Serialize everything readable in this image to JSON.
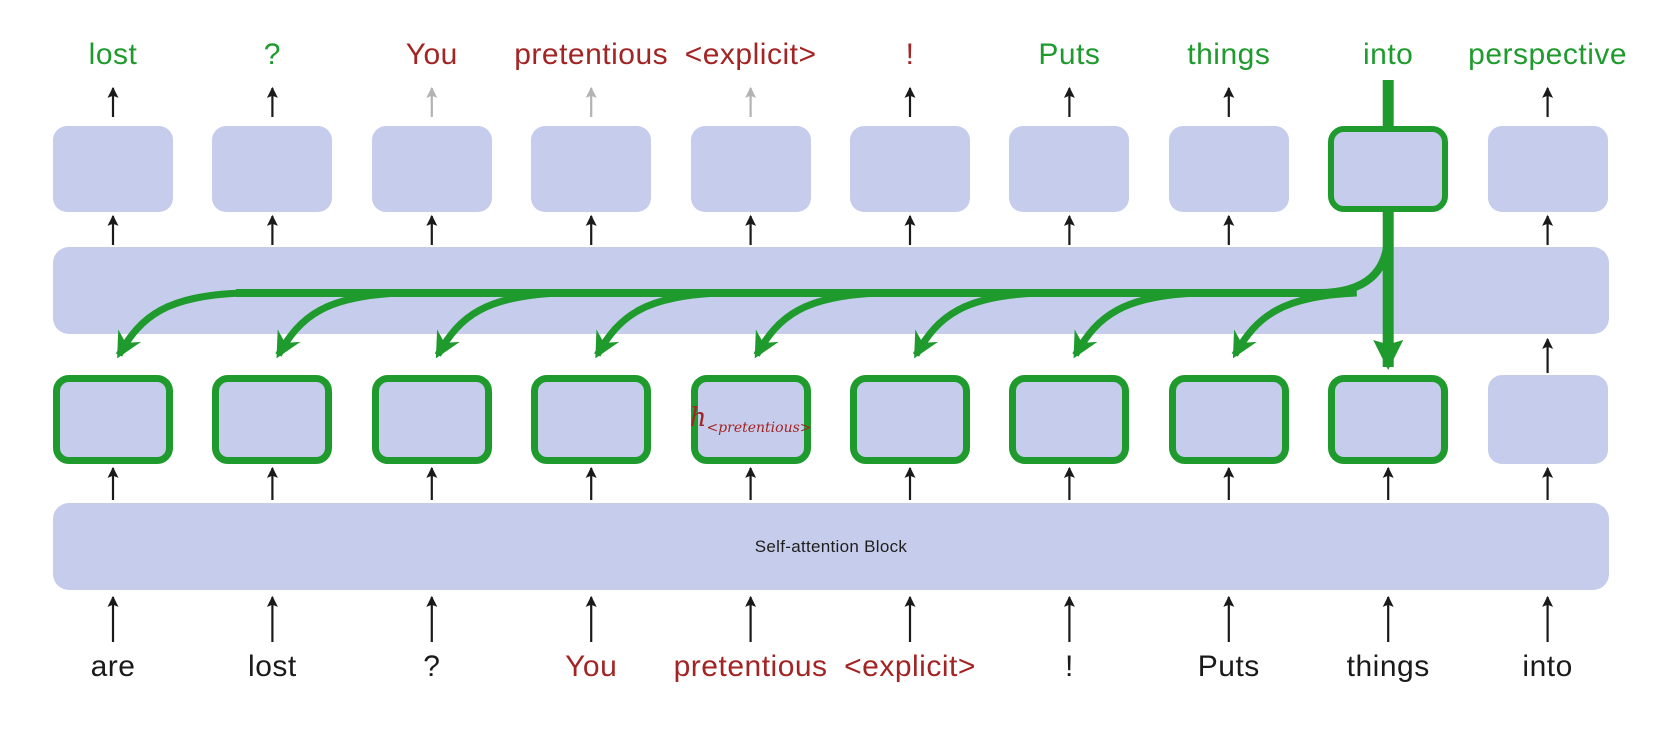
{
  "diagram": {
    "colors": {
      "green": "#1f9b2e",
      "red": "#a32424",
      "black": "#1a1a1a",
      "gray": "#b3b3b3",
      "lavender": "#c6cdec"
    },
    "top_tokens": [
      {
        "label": "lost",
        "color": "green",
        "arrow": "black"
      },
      {
        "label": "?",
        "color": "green",
        "arrow": "black"
      },
      {
        "label": "You",
        "color": "red",
        "arrow": "gray"
      },
      {
        "label": "pretentious",
        "color": "red",
        "arrow": "gray"
      },
      {
        "label": "<explicit>",
        "color": "red",
        "arrow": "gray"
      },
      {
        "label": "!",
        "color": "red",
        "arrow": "black"
      },
      {
        "label": "Puts",
        "color": "green",
        "arrow": "black"
      },
      {
        "label": "things",
        "color": "green",
        "arrow": "black"
      },
      {
        "label": "into",
        "color": "green",
        "arrow": "green-line"
      },
      {
        "label": "perspective",
        "color": "green",
        "arrow": "black"
      }
    ],
    "bottom_tokens": [
      {
        "label": "are",
        "color": "black"
      },
      {
        "label": "lost",
        "color": "black"
      },
      {
        "label": "?",
        "color": "black"
      },
      {
        "label": "You",
        "color": "red"
      },
      {
        "label": "pretentious",
        "color": "red"
      },
      {
        "label": "<explicit>",
        "color": "red"
      },
      {
        "label": "!",
        "color": "black"
      },
      {
        "label": "Puts",
        "color": "black"
      },
      {
        "label": "things",
        "color": "black"
      },
      {
        "label": "into",
        "color": "black"
      }
    ],
    "top_boxes": [
      {
        "highlight": false
      },
      {
        "highlight": false
      },
      {
        "highlight": false
      },
      {
        "highlight": false
      },
      {
        "highlight": false
      },
      {
        "highlight": false
      },
      {
        "highlight": false
      },
      {
        "highlight": false
      },
      {
        "highlight": true
      },
      {
        "highlight": false
      }
    ],
    "middle_boxes": [
      {
        "highlight": true
      },
      {
        "highlight": true
      },
      {
        "highlight": true
      },
      {
        "highlight": true
      },
      {
        "highlight": true,
        "label_main": "h",
        "label_sub": "<pretentious>"
      },
      {
        "highlight": true
      },
      {
        "highlight": true
      },
      {
        "highlight": true
      },
      {
        "highlight": true
      },
      {
        "highlight": false
      }
    ],
    "self_attention_block": {
      "label": "Self-attention Block"
    }
  }
}
